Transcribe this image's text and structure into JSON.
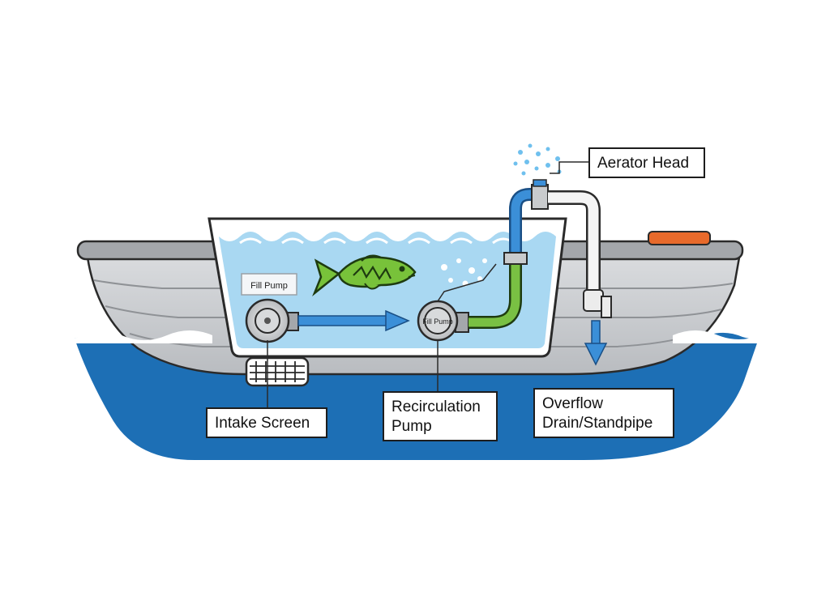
{
  "labels": {
    "aerator_head": "Aerator Head",
    "fill_pump": "Fill Pump",
    "fill_pump_badge": "Fill Pump",
    "intake_screen": "Intake Screen",
    "recirculation_pump_line1": "Recirculation",
    "recirculation_pump_line2": "Pump",
    "overflow_line1": "Overflow",
    "overflow_line2": "Drain/Standpipe"
  },
  "colors": {
    "water": "#1d6fb5",
    "tank_water": "#a9d8f2",
    "hull": "#c7c9cc",
    "recirc_pipe": "#79c043",
    "fill_pipe": "#3b8fd8",
    "fish": "#78c23a",
    "hatch": "#e86a2b"
  }
}
